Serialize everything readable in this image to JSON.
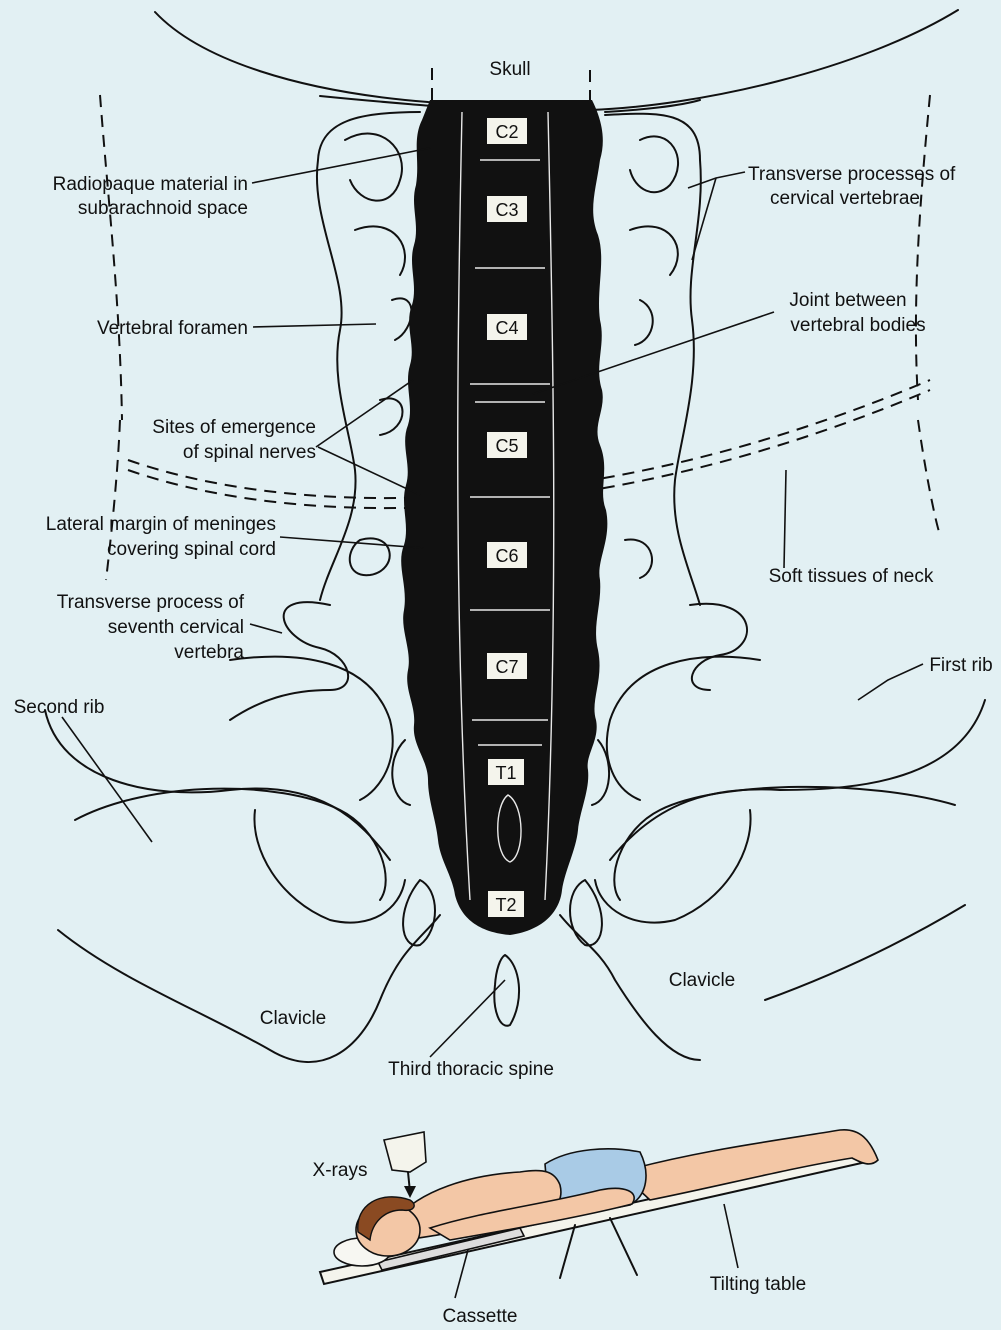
{
  "labels": {
    "skull": "Skull",
    "radiopaque_1": "Radiopaque material in",
    "radiopaque_2": "subarachnoid space",
    "transverse_cervical_1": "Transverse processes of",
    "transverse_cervical_2": "cervical vertebrae",
    "vertebral_foramen": "Vertebral foramen",
    "joint_1": "Joint between",
    "joint_2": "vertebral bodies",
    "sites_1": "Sites of emergence",
    "sites_2": "of spinal nerves",
    "lateral_margin_1": "Lateral margin of meninges",
    "lateral_margin_2": "covering spinal cord",
    "soft_tissues": "Soft tissues of neck",
    "transverse_c7_1": "Transverse process of",
    "transverse_c7_2": "seventh cervical",
    "transverse_c7_3": "vertebra",
    "first_rib": "First rib",
    "second_rib": "Second rib",
    "clavicle_left": "Clavicle",
    "clavicle_right": "Clavicle",
    "third_thoracic_spine": "Third thoracic spine",
    "x_rays": "X-rays",
    "tilting_table": "Tilting table",
    "cassette": "Cassette"
  },
  "vertebrae": [
    "C2",
    "C3",
    "C4",
    "C5",
    "C6",
    "C7",
    "T1",
    "T2"
  ],
  "colors": {
    "background": "#e2f0f3",
    "contrast": "#111111",
    "label_box": "#f4f4ec",
    "skin": "#f3c7a6",
    "shorts": "#a9cbe6",
    "hair": "#8a4a22"
  }
}
